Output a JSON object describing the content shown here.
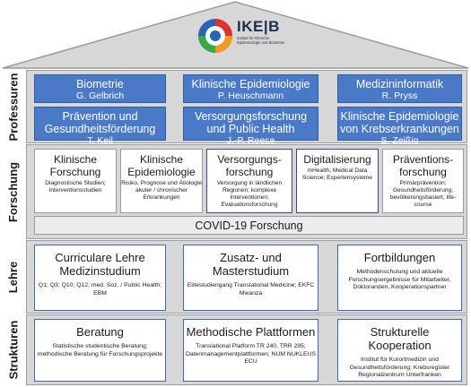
{
  "header": {
    "logo_text": "IKE|B",
    "logo_subtitle": "Institut für Klinische Epidemiologie und Biometrie"
  },
  "sections": {
    "professuren": "Professuren",
    "forschung": "Forschung",
    "lehre": "Lehre",
    "strukturen": "Strukturen"
  },
  "professuren": [
    {
      "title": "Biometrie",
      "name": "G. Gelbrich"
    },
    {
      "title": "Klinische Epidemiologie",
      "name": "P. Heuschmann"
    },
    {
      "title": "Medizininformatik",
      "name": "R. Pryss"
    },
    {
      "title": "Prävention und Gesundheitsförderung",
      "name": "T. Keil"
    },
    {
      "title": "Versorgungsforschung und Public Health",
      "name": "J.-P. Reese"
    },
    {
      "title": "Klinische Epidemiologie von Krebserkrankungen",
      "name": "S. Zeißig"
    }
  ],
  "forschung": [
    {
      "title": "Klinische Forschung",
      "desc": "Diagnostische Studien; Interventionsstudien"
    },
    {
      "title": "Klinische Epidemiologie",
      "desc": "Risiko, Prognose und Ätiologie akuter / chronischer Erkrankungen"
    },
    {
      "title": "Versorgungs-forschung",
      "desc": "Versorgung in ländlichen Regionen; komplexe Interventionen; Evaluationsforschung"
    },
    {
      "title": "Digitalisierung",
      "desc": "mHealth; Medical Data Science; Expertensysteme"
    },
    {
      "title": "Präventions-forschung",
      "desc": "Primärprävention; Gesundheitsförderung; bevölkerungsbasiert, life-course"
    }
  ],
  "covid": "COVID-19 Forschung",
  "lehre": [
    {
      "title": "Curriculare Lehre Medizinstudium",
      "desc": "Q1; Q3; Q10; Q12; med. Soz. / Public Health; EBM"
    },
    {
      "title": "Zusatz- und Masterstudium",
      "desc": "Elitestudiengang Translational Medicine; EKFC Mwanza"
    },
    {
      "title": "Fortbildungen",
      "desc": "Methodenschulung und aktuelle Forschungsergebnisse für Mitarbeiter, Doktoranden, Kooperationspartner"
    }
  ],
  "strukturen": [
    {
      "title": "Beratung",
      "desc": "Statistische studentische Beratung; methodische Beratung für Forschungsprojekte"
    },
    {
      "title": "Methodische Plattformen",
      "desc": "Translational Platform TR 240, TRR 295; Datenmanagementplattformen; NUM NUKLEUS ECU"
    },
    {
      "title": "Strukturelle Kooperation",
      "desc": "Institut für Kurortmedizin und Gesundheitsförderung; Krebsregister Regionalzentrum Unterfranken"
    }
  ]
}
